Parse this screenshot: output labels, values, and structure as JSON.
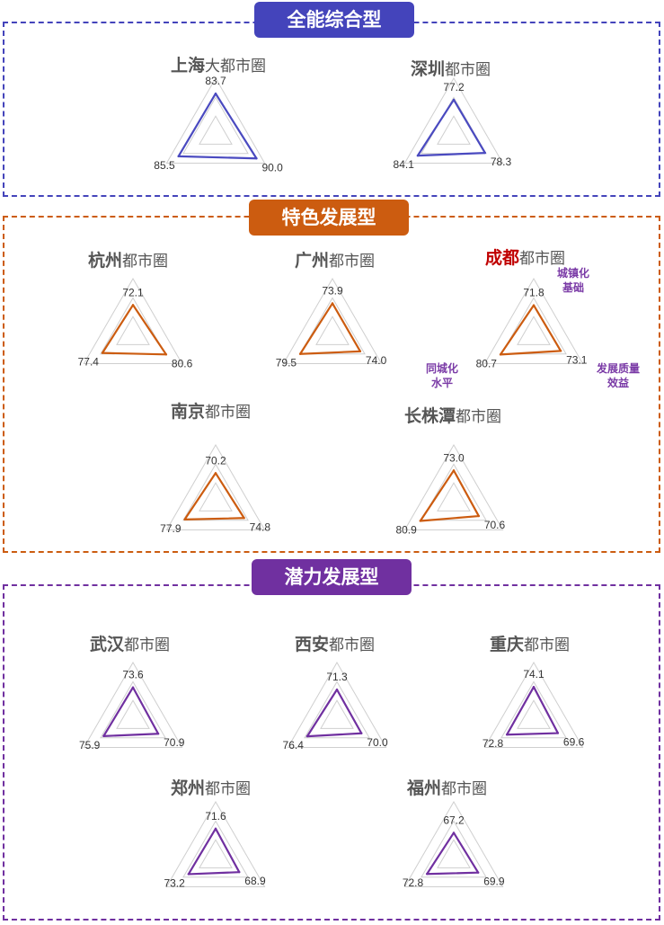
{
  "groups": [
    {
      "name": "全能综合型",
      "color": "#4444bb"
    },
    {
      "name": "特色发展型",
      "color": "#cc5c10"
    },
    {
      "name": "潜力发展型",
      "color": "#7030a0"
    }
  ],
  "suffix_text": "都市圈",
  "axis_notes": {
    "top": "城镇化\n基础",
    "right": "发展质量\n效益",
    "left": "同城化\n水平"
  },
  "chart_data": [
    {
      "type": "radar",
      "group": 0,
      "name": "上海",
      "suffix": "大都市圈",
      "axes": [
        "城镇化基础",
        "发展质量效益",
        "同城化水平"
      ],
      "values": [
        83.7,
        90.0,
        85.5
      ],
      "color": "#4a4ac0"
    },
    {
      "type": "radar",
      "group": 0,
      "name": "深圳",
      "suffix": "都市圈",
      "axes": [
        "城镇化基础",
        "发展质量效益",
        "同城化水平"
      ],
      "values": [
        77.2,
        78.3,
        84.1
      ],
      "color": "#4a4ac0"
    },
    {
      "type": "radar",
      "group": 1,
      "name": "杭州",
      "suffix": "都市圈",
      "axes": [
        "城镇化基础",
        "发展质量效益",
        "同城化水平"
      ],
      "values": [
        72.1,
        80.6,
        77.4
      ],
      "color": "#cc5c10"
    },
    {
      "type": "radar",
      "group": 1,
      "name": "广州",
      "suffix": "都市圈",
      "axes": [
        "城镇化基础",
        "发展质量效益",
        "同城化水平"
      ],
      "values": [
        73.9,
        74.0,
        79.5
      ],
      "color": "#cc5c10"
    },
    {
      "type": "radar",
      "group": 1,
      "name": "成都",
      "suffix": "都市圈",
      "highlight": "#c00000",
      "axes": [
        "城镇化基础",
        "发展质量效益",
        "同城化水平"
      ],
      "values": [
        71.8,
        73.1,
        80.7
      ],
      "color": "#cc5c10"
    },
    {
      "type": "radar",
      "group": 1,
      "name": "南京",
      "suffix": "都市圈",
      "axes": [
        "城镇化基础",
        "发展质量效益",
        "同城化水平"
      ],
      "values": [
        70.2,
        74.8,
        77.9
      ],
      "color": "#cc5c10"
    },
    {
      "type": "radar",
      "group": 1,
      "name": "长株潭",
      "suffix": "都市圈",
      "axes": [
        "城镇化基础",
        "发展质量效益",
        "同城化水平"
      ],
      "values": [
        73.0,
        70.6,
        80.9
      ],
      "color": "#cc5c10"
    },
    {
      "type": "radar",
      "group": 2,
      "name": "武汉",
      "suffix": "都市圈",
      "axes": [
        "城镇化基础",
        "发展质量效益",
        "同城化水平"
      ],
      "values": [
        73.6,
        70.9,
        75.9
      ],
      "color": "#7030a0"
    },
    {
      "type": "radar",
      "group": 2,
      "name": "西安",
      "suffix": "都市圈",
      "axes": [
        "城镇化基础",
        "发展质量效益",
        "同城化水平"
      ],
      "values": [
        71.3,
        70.0,
        76.4
      ],
      "color": "#7030a0"
    },
    {
      "type": "radar",
      "group": 2,
      "name": "重庆",
      "suffix": "都市圈",
      "axes": [
        "城镇化基础",
        "发展质量效益",
        "同城化水平"
      ],
      "values": [
        74.1,
        69.6,
        72.8
      ],
      "color": "#7030a0"
    },
    {
      "type": "radar",
      "group": 2,
      "name": "郑州",
      "suffix": "都市圈",
      "axes": [
        "城镇化基础",
        "发展质量效益",
        "同城化水平"
      ],
      "values": [
        71.6,
        68.9,
        73.2
      ],
      "color": "#7030a0"
    },
    {
      "type": "radar",
      "group": 2,
      "name": "福州",
      "suffix": "都市圈",
      "axes": [
        "城镇化基础",
        "发展质量效益",
        "同城化水平"
      ],
      "values": [
        67.2,
        69.9,
        72.8
      ],
      "color": "#7030a0"
    }
  ]
}
